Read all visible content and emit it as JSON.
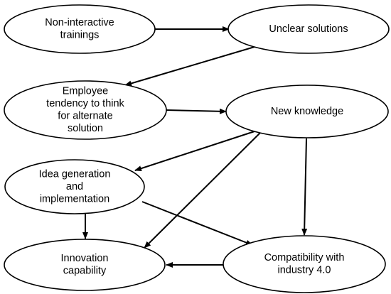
{
  "diagram": {
    "nodes": [
      {
        "id": "non-interactive-trainings",
        "lines": [
          "Non-interactive",
          "trainings"
        ]
      },
      {
        "id": "unclear-solutions",
        "lines": [
          "Unclear solutions"
        ]
      },
      {
        "id": "employee-tendency",
        "lines": [
          "Employee",
          "tendency to think",
          "for alternate",
          "solution"
        ]
      },
      {
        "id": "new-knowledge",
        "lines": [
          "New knowledge"
        ]
      },
      {
        "id": "idea-generation",
        "lines": [
          "Idea generation",
          "and",
          "implementation"
        ]
      },
      {
        "id": "innovation-capability",
        "lines": [
          "Innovation",
          "capability"
        ]
      },
      {
        "id": "compatibility-industry",
        "lines": [
          "Compatibility with",
          "industry 4.0"
        ]
      }
    ],
    "edges": [
      {
        "from": "non-interactive-trainings",
        "to": "unclear-solutions"
      },
      {
        "from": "unclear-solutions",
        "to": "employee-tendency"
      },
      {
        "from": "employee-tendency",
        "to": "new-knowledge"
      },
      {
        "from": "new-knowledge",
        "to": "idea-generation"
      },
      {
        "from": "new-knowledge",
        "to": "innovation-capability"
      },
      {
        "from": "new-knowledge",
        "to": "compatibility-industry"
      },
      {
        "from": "idea-generation",
        "to": "innovation-capability"
      },
      {
        "from": "idea-generation",
        "to": "compatibility-industry"
      },
      {
        "from": "compatibility-industry",
        "to": "innovation-capability"
      }
    ]
  }
}
